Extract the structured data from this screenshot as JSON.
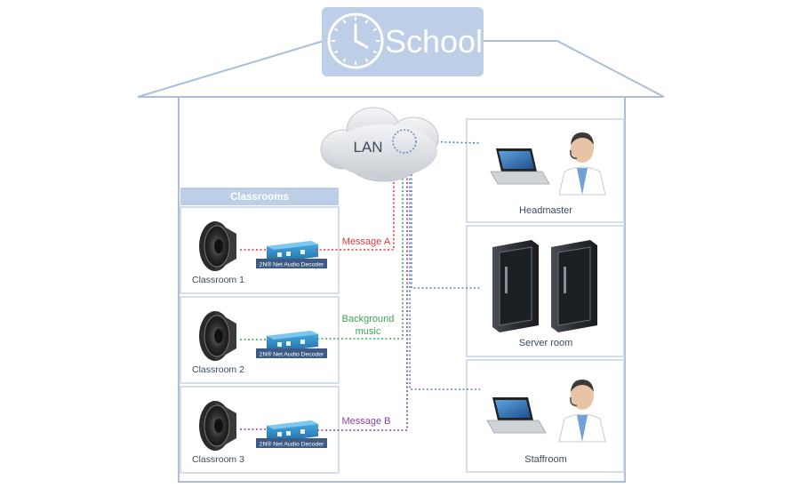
{
  "header": {
    "title": "School",
    "clock_icon": "clock-icon"
  },
  "network": {
    "label": "LAN",
    "icon": "cloud-icon"
  },
  "classrooms": {
    "header": "Classrooms",
    "rooms": [
      {
        "name": "Classroom 1",
        "device": "2N® Net Audio Decoder",
        "stream": "Message A",
        "color": "#e2393b"
      },
      {
        "name": "Classroom 2",
        "device": "2N® Net Audio Decoder",
        "stream_lines": [
          "Background",
          "music"
        ],
        "color": "#3aa655"
      },
      {
        "name": "Classroom 3",
        "device": "2N® Net Audio Decoder",
        "stream": "Message B",
        "color": "#8a3fa8"
      }
    ]
  },
  "rooms_right": [
    {
      "name": "Headmaster",
      "icons": [
        "laptop-icon",
        "person-headset-icon"
      ]
    },
    {
      "name": "Server room",
      "icons": [
        "server-rack-icon",
        "server-rack-icon"
      ]
    },
    {
      "name": "Staffroom",
      "icons": [
        "laptop-icon",
        "person-headset-icon"
      ]
    }
  ],
  "colors": {
    "house_outline": "#a9bfdc",
    "header_fill": "#bccfe6",
    "link_blue": "#5b86c2",
    "label_text": "#3a4b5e"
  }
}
